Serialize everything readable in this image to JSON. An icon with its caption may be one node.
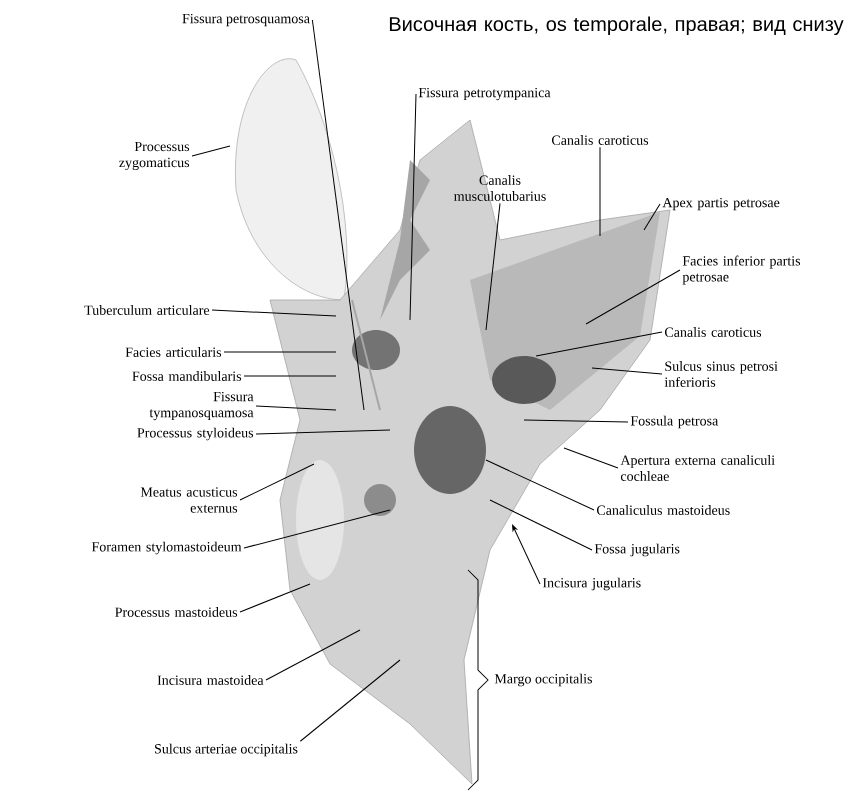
{
  "diagram": {
    "title": "Височная кость, os temporale, правая; вид снизу",
    "nodes": [
      {
        "text": [
          "Fissura petrosquamosa"
        ]
      },
      {
        "text": [
          "Processus zygomaticus"
        ]
      },
      {
        "text": [
          "Fissura petrotympanica"
        ]
      },
      {
        "text": [
          "Canalis musculotubarius"
        ]
      },
      {
        "text": [
          "Canalis caroticus"
        ]
      },
      {
        "text": [
          "Apex partis petrosae"
        ]
      },
      {
        "text": [
          "Facies inferior partis petrosae"
        ]
      },
      {
        "text": [
          "Canalis caroticus"
        ]
      },
      {
        "text": [
          "Sulcus sinus petrosi inferioris"
        ]
      },
      {
        "text": [
          "Fossula petrosa"
        ]
      },
      {
        "text": [
          "Apertura externa canaliculi cochleae"
        ]
      },
      {
        "text": [
          "Canaliculus mastoideus"
        ]
      },
      {
        "text": [
          "Fossa jugularis"
        ]
      },
      {
        "text": [
          "Incisura jugularis"
        ]
      },
      {
        "text": [
          "Tuberculum articulare"
        ]
      },
      {
        "text": [
          "Facies articularis"
        ]
      },
      {
        "text": [
          "Fossa mandibularis"
        ]
      },
      {
        "text": [
          "Fissura tympanosquamosa"
        ]
      },
      {
        "text": [
          "Processus styloideus"
        ]
      },
      {
        "text": [
          "Meatus acusticus externus"
        ]
      },
      {
        "text": [
          "Foramen stylomastoideum"
        ]
      },
      {
        "text": [
          "Processus mastoideus"
        ]
      },
      {
        "text": [
          "Incisura mastoidea"
        ]
      },
      {
        "text": [
          "Sulcus arteriae occipitalis"
        ]
      }
    ],
    "edges": [
      {
        "from": 0,
        "to": null,
        "arrow": "none"
      },
      {
        "from": 1,
        "to": null,
        "arrow": "none"
      },
      {
        "from": 2,
        "to": null,
        "arrow": "none"
      },
      {
        "from": 3,
        "to": null,
        "arrow": "none"
      },
      {
        "from": 4,
        "to": null,
        "arrow": "none"
      },
      {
        "from": 5,
        "to": null,
        "arrow": "none"
      },
      {
        "from": 6,
        "to": null,
        "arrow": "none"
      },
      {
        "from": 7,
        "to": null,
        "arrow": "none"
      },
      {
        "from": 8,
        "to": null,
        "arrow": "none"
      },
      {
        "from": 9,
        "to": null,
        "arrow": "none"
      },
      {
        "from": 10,
        "to": null,
        "arrow": "none"
      },
      {
        "from": 11,
        "to": null,
        "arrow": "none"
      },
      {
        "from": 12,
        "to": null,
        "arrow": "none"
      },
      {
        "from": 13,
        "to": null,
        "arrow": "to"
      },
      {
        "from": 14,
        "to": null,
        "arrow": "none"
      },
      {
        "from": 15,
        "to": null,
        "arrow": "none"
      },
      {
        "from": 16,
        "to": null,
        "arrow": "none"
      },
      {
        "from": 17,
        "to": null,
        "arrow": "none"
      },
      {
        "from": 18,
        "to": null,
        "arrow": "none"
      },
      {
        "from": 19,
        "to": null,
        "arrow": "none"
      },
      {
        "from": 20,
        "to": null,
        "arrow": "none"
      },
      {
        "from": 21,
        "to": null,
        "arrow": "none"
      },
      {
        "from": 22,
        "to": null,
        "arrow": "none"
      },
      {
        "from": 23,
        "to": null,
        "arrow": "none"
      }
    ],
    "labels": [
      "Margo occipitalis"
    ]
  }
}
